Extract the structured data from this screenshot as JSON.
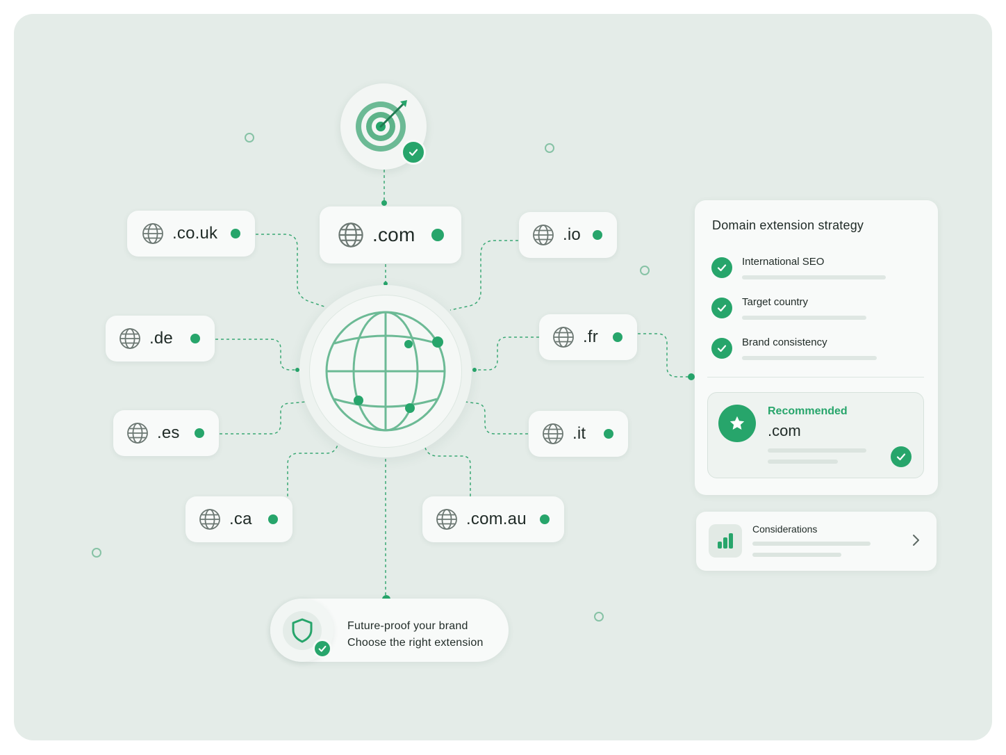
{
  "colors": {
    "accent": "#27a56b",
    "background": "#e4ece8",
    "card": "#f8faf9",
    "text": "#1f2a26",
    "connector": "#3aa874"
  },
  "extensions": [
    {
      "label": ".co.uk",
      "icon": "globe-icon"
    },
    {
      "label": ".com",
      "icon": "globe-icon"
    },
    {
      "label": ".io",
      "icon": "globe-icon"
    },
    {
      "label": ".de",
      "icon": "globe-icon"
    },
    {
      "label": ".fr",
      "icon": "globe-icon"
    },
    {
      "label": ".es",
      "icon": "globe-icon"
    },
    {
      "label": ".it",
      "icon": "globe-icon"
    },
    {
      "label": ".ca",
      "icon": "globe-icon"
    },
    {
      "label": ".com.au",
      "icon": "globe-icon"
    }
  ],
  "hub": {
    "icon": "globe-icon"
  },
  "target": {
    "icon": "target-arrow-icon",
    "badge": "check-icon"
  },
  "strategy_panel": {
    "title": "Domain extension strategy",
    "items": [
      {
        "label": "International SEO"
      },
      {
        "label": "Target country"
      },
      {
        "label": "Brand consistency"
      }
    ],
    "recommended": {
      "label": "Recommended",
      "value": ".com",
      "icon": "star-icon"
    }
  },
  "considerations": {
    "label": "Considerations",
    "icon": "bar-chart-icon"
  },
  "bottom_card": {
    "line1": "Future-proof your brand",
    "line2": "Choose the right extension",
    "icon": "shield-icon"
  }
}
